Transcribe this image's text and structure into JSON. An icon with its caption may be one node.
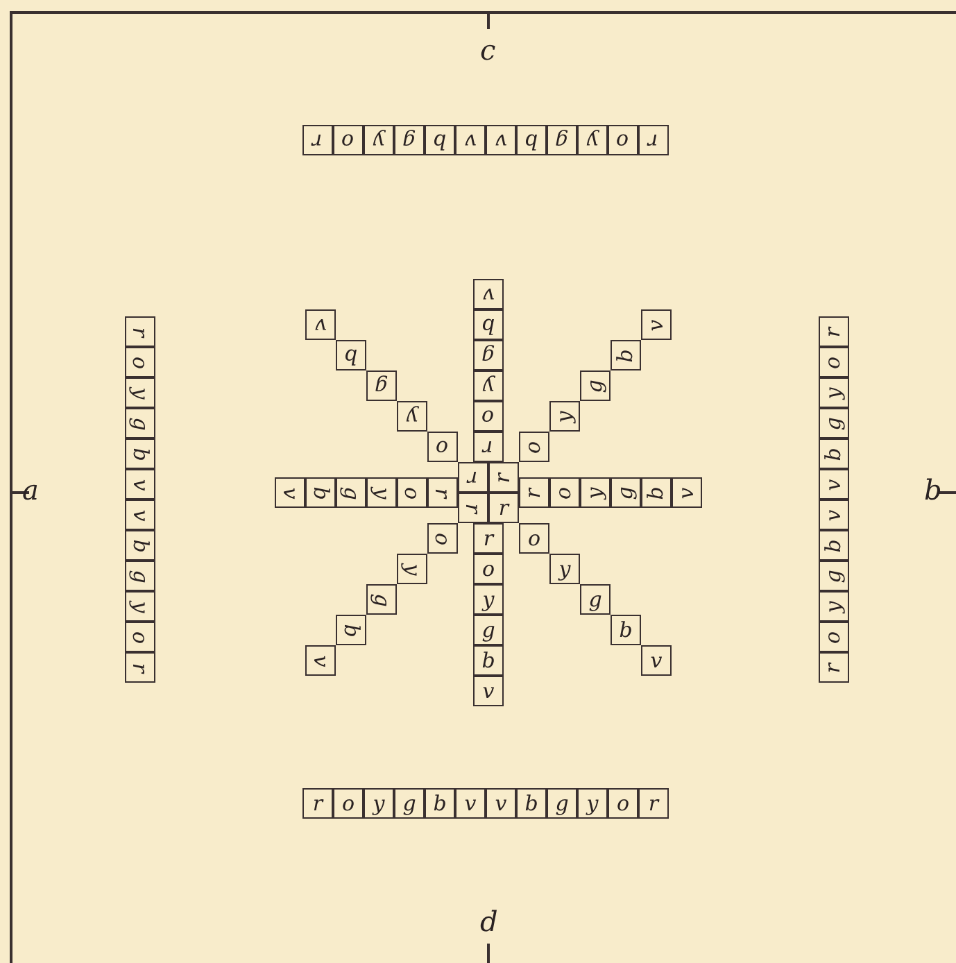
{
  "diagram": {
    "nodes": [
      {
        "text": [
          "r"
        ]
      },
      {
        "text": [
          "o"
        ]
      },
      {
        "text": [
          "y"
        ]
      },
      {
        "text": [
          "g"
        ]
      },
      {
        "text": [
          "b"
        ]
      },
      {
        "text": [
          "v"
        ]
      },
      {
        "text": [
          "v"
        ]
      },
      {
        "text": [
          "b"
        ]
      },
      {
        "text": [
          "g"
        ]
      },
      {
        "text": [
          "y"
        ]
      },
      {
        "text": [
          "o"
        ]
      },
      {
        "text": [
          "r"
        ]
      },
      {
        "text": [
          "r"
        ]
      },
      {
        "text": [
          "o"
        ]
      },
      {
        "text": [
          "y"
        ]
      },
      {
        "text": [
          "g"
        ]
      },
      {
        "text": [
          "b"
        ]
      },
      {
        "text": [
          "v"
        ]
      },
      {
        "text": [
          "v"
        ]
      },
      {
        "text": [
          "b"
        ]
      },
      {
        "text": [
          "g"
        ]
      },
      {
        "text": [
          "y"
        ]
      },
      {
        "text": [
          "o"
        ]
      },
      {
        "text": [
          "r"
        ]
      },
      {
        "text": [
          "v"
        ]
      },
      {
        "text": [
          "b"
        ]
      },
      {
        "text": [
          "g"
        ]
      },
      {
        "text": [
          "y"
        ]
      },
      {
        "text": [
          "o"
        ]
      },
      {
        "text": [
          "r"
        ]
      },
      {
        "text": [
          "v"
        ]
      },
      {
        "text": [
          "b"
        ]
      },
      {
        "text": [
          "g"
        ]
      },
      {
        "text": [
          "y"
        ]
      },
      {
        "text": [
          "o"
        ]
      },
      {
        "text": [
          "v"
        ]
      },
      {
        "text": [
          "b"
        ]
      },
      {
        "text": [
          "g"
        ]
      },
      {
        "text": [
          "y"
        ]
      },
      {
        "text": [
          "o"
        ]
      },
      {
        "text": [
          "v"
        ]
      },
      {
        "text": [
          "b"
        ]
      },
      {
        "text": [
          "g"
        ]
      },
      {
        "text": [
          "y"
        ]
      },
      {
        "text": [
          "o"
        ]
      },
      {
        "text": [
          "r"
        ]
      },
      {
        "text": [
          "r"
        ]
      },
      {
        "text": [
          "r"
        ]
      },
      {
        "text": [
          "r"
        ]
      },
      {
        "text": [
          "r"
        ]
      },
      {
        "text": [
          "r"
        ]
      },
      {
        "text": [
          "o"
        ]
      },
      {
        "text": [
          "y"
        ]
      },
      {
        "text": [
          "g"
        ]
      },
      {
        "text": [
          "b"
        ]
      },
      {
        "text": [
          "v"
        ]
      },
      {
        "text": [
          "o"
        ]
      },
      {
        "text": [
          "y"
        ]
      },
      {
        "text": [
          "g"
        ]
      },
      {
        "text": [
          "b"
        ]
      },
      {
        "text": [
          "v"
        ]
      },
      {
        "text": [
          "o"
        ]
      },
      {
        "text": [
          "y"
        ]
      },
      {
        "text": [
          "g"
        ]
      },
      {
        "text": [
          "b"
        ]
      },
      {
        "text": [
          "v"
        ]
      },
      {
        "text": [
          "r"
        ]
      },
      {
        "text": [
          "o"
        ]
      },
      {
        "text": [
          "y"
        ]
      },
      {
        "text": [
          "g"
        ]
      },
      {
        "text": [
          "b"
        ]
      },
      {
        "text": [
          "v"
        ]
      },
      {
        "text": [
          "r"
        ]
      },
      {
        "text": [
          "o"
        ]
      },
      {
        "text": [
          "y"
        ]
      },
      {
        "text": [
          "g"
        ]
      },
      {
        "text": [
          "b"
        ]
      },
      {
        "text": [
          "v"
        ]
      },
      {
        "text": [
          "v"
        ]
      },
      {
        "text": [
          "b"
        ]
      },
      {
        "text": [
          "g"
        ]
      },
      {
        "text": [
          "y"
        ]
      },
      {
        "text": [
          "o"
        ]
      },
      {
        "text": [
          "r"
        ]
      },
      {
        "text": [
          "r"
        ]
      },
      {
        "text": [
          "o"
        ]
      },
      {
        "text": [
          "y"
        ]
      },
      {
        "text": [
          "g"
        ]
      },
      {
        "text": [
          "b"
        ]
      },
      {
        "text": [
          "v"
        ]
      },
      {
        "text": [
          "v"
        ]
      },
      {
        "text": [
          "b"
        ]
      },
      {
        "text": [
          "g"
        ]
      },
      {
        "text": [
          "y"
        ]
      },
      {
        "text": [
          "o"
        ]
      },
      {
        "text": [
          "r"
        ]
      }
    ],
    "labels": [
      "c",
      "a",
      "b",
      "d"
    ]
  }
}
